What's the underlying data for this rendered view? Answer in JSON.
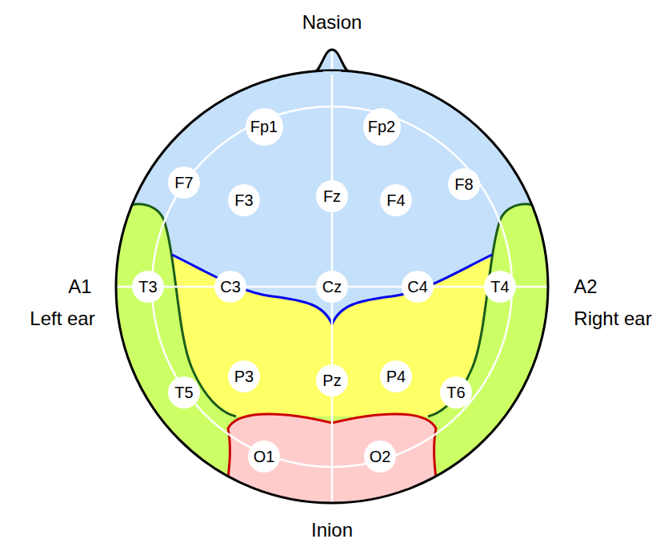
{
  "diagram": {
    "nodes": [
      {
        "text": [
          "Fp1"
        ]
      },
      {
        "text": [
          "Fp2"
        ]
      },
      {
        "text": [
          "F7"
        ]
      },
      {
        "text": [
          "F3"
        ]
      },
      {
        "text": [
          "Fz"
        ]
      },
      {
        "text": [
          "F4"
        ]
      },
      {
        "text": [
          "F8"
        ]
      },
      {
        "text": [
          "T3"
        ]
      },
      {
        "text": [
          "C3"
        ]
      },
      {
        "text": [
          "Cz"
        ]
      },
      {
        "text": [
          "C4"
        ]
      },
      {
        "text": [
          "T4"
        ]
      },
      {
        "text": [
          "T5"
        ]
      },
      {
        "text": [
          "P3"
        ]
      },
      {
        "text": [
          "Pz"
        ]
      },
      {
        "text": [
          "P4"
        ]
      },
      {
        "text": [
          "T6"
        ]
      },
      {
        "text": [
          "O1"
        ]
      },
      {
        "text": [
          "O2"
        ]
      }
    ],
    "labels": [
      "Nasion",
      "A1",
      "Left ear",
      "A2",
      "Right ear",
      "Inion"
    ]
  }
}
